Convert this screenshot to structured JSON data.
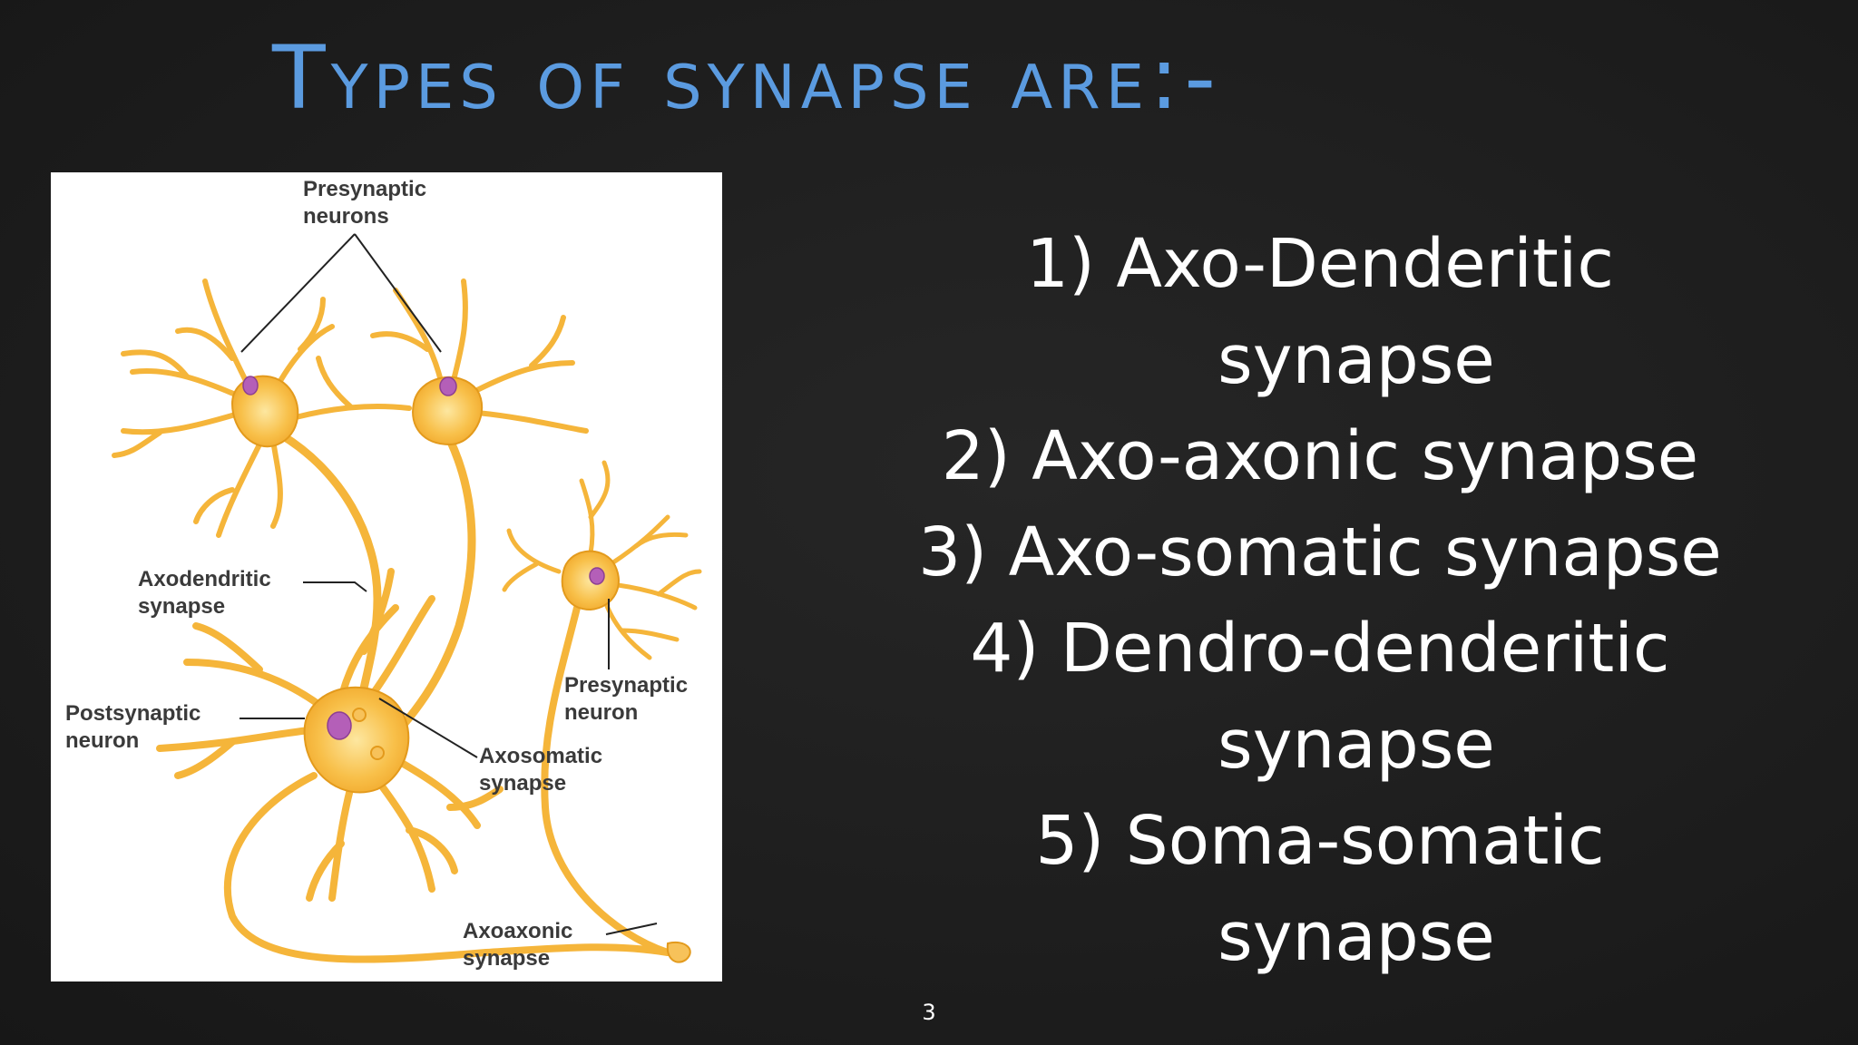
{
  "title": "Types of synapse are:-",
  "figure": {
    "labels": {
      "presynaptic_neurons_1": "Presynaptic",
      "presynaptic_neurons_2": "neurons",
      "axodendritic_1": "Axodendritic",
      "axodendritic_2": "synapse",
      "postsynaptic_1": "Postsynaptic",
      "postsynaptic_2": "neuron",
      "presynaptic_neuron_1": "Presynaptic",
      "presynaptic_neuron_2": "neuron",
      "axosomatic_1": "Axosomatic",
      "axosomatic_2": "synapse",
      "axoaxonic_1": "Axoaxonic",
      "axoaxonic_2": "synapse"
    },
    "colors": {
      "neuron": "#f7b733",
      "neuron_edge": "#e39a1c",
      "nucleus": "#b45fb8",
      "leader": "#222222"
    }
  },
  "types": [
    {
      "line1": "1)  Axo-Denderitic",
      "line2": "synapse"
    },
    {
      "line1": "2) Axo-axonic synapse"
    },
    {
      "line1": "3) Axo-somatic synapse"
    },
    {
      "line1": "4) Dendro-denderitic",
      "line2": "synapse"
    },
    {
      "line1": "5) Soma-somatic",
      "line2": "synapse"
    }
  ],
  "page_number": "3",
  "colors": {
    "background": "#1e1e1e",
    "title": "#5b9be0",
    "text": "#ffffff"
  }
}
